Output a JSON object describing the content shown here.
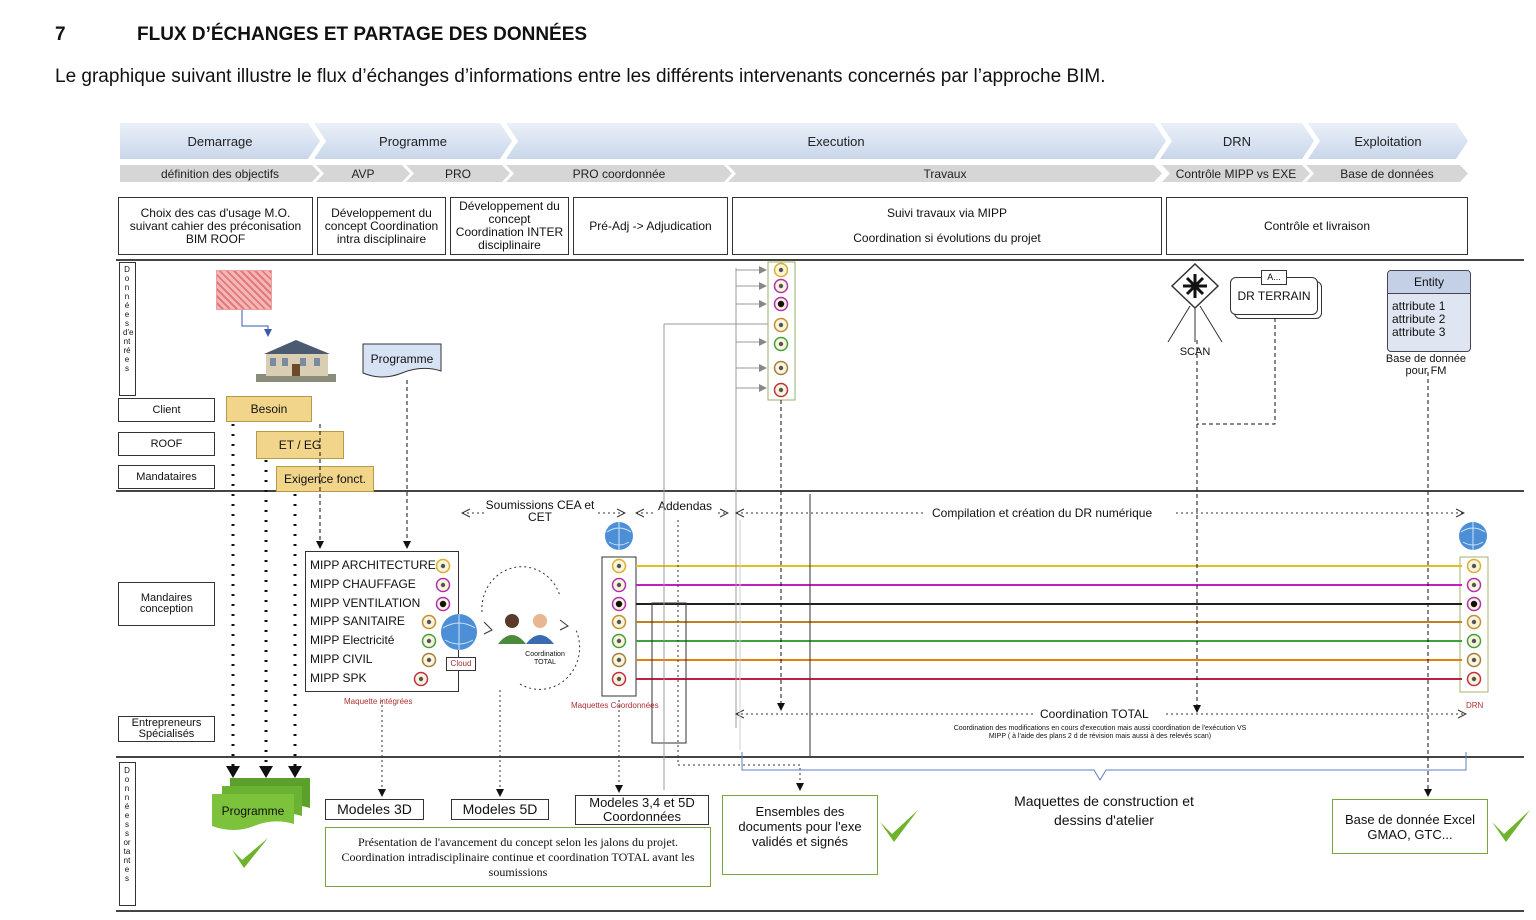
{
  "heading": {
    "number": "7",
    "title": "FLUX D’ÉCHANGES ET PARTAGE DES DONNÉES"
  },
  "intro": "Le graphique suivant illustre le flux d’échanges d’informations entre les différents intervenants concernés par l’approche BIM.",
  "phases": [
    "Demarrage",
    "Programme",
    "Execution",
    "DRN",
    "Exploitation"
  ],
  "subphases": [
    "définition des objectifs",
    "AVP",
    "PRO",
    "PRO coordonnée",
    "Travaux",
    "Contrôle MIPP vs EXE",
    "Base de données"
  ],
  "descriptions": {
    "d1": "Choix des cas d'usage M.O. suivant cahier des préconisation BIM ROOF",
    "d2": "Développement du concept Coordination intra disciplinaire",
    "d3": "Développement du concept Coordination INTER disciplinaire",
    "d4": "Pré-Adj -> Adjudication",
    "d5a": "Suivi travaux via MIPP",
    "d5b": "Coordination si évolutions du projet",
    "d6": "Contrôle et livraison"
  },
  "side_labels": {
    "inputs": "Données d'entrées",
    "outputs": "Données sortantes"
  },
  "roles": {
    "client": "Client",
    "roof": "ROOF",
    "mandataires": "Mandataires",
    "conception": "Mandaires conception",
    "entrepreneurs": "Entrepreneurs Spécialisés"
  },
  "tags": {
    "besoin": "Besoin",
    "et_eg": "ET / EG",
    "exigence": "Exigence fonct."
  },
  "inputs": {
    "programme": "Programme",
    "dr_terrain_small": "A...",
    "dr_terrain": "DR TERRAIN",
    "scan": "SCAN",
    "entity_title": "Entity",
    "entity_attrs": [
      "attribute 1",
      "attribute 2",
      "attribute 3"
    ],
    "entity_caption": "Base de donnée pour FM"
  },
  "mipp": [
    "MIPP ARCHITECTURE",
    "MIPP CHAUFFAGE",
    "MIPP VENTILATION",
    "MIPP SANITAIRE",
    "MIPP Electricité",
    "MIPP CIVIL",
    "MIPP SPK"
  ],
  "labels": {
    "cloud": "Cloud",
    "maquette_integrees": "Maquette intégrées",
    "coordination_total_small": "Coordination TOTAL",
    "maquettes_coordonnees": "Maquettes Coordonnées",
    "soumissions": "Soumissions CEA et CET",
    "addendas": "Addendas",
    "compilation": "Compilation et création du DR numérique",
    "coordination_total": "Coordination TOTAL",
    "coordination_note": "Coordination des modifications en cours d'execution mais aussi coordination de l'exécution VS MIPP ( à l'aide des plans 2 d de révision mais aussi à des relevés scan)",
    "drn": "DRN"
  },
  "outputs": {
    "programme": "Programme",
    "modeles3d": "Modeles 3D",
    "modeles5d": "Modeles 5D",
    "modeles345": "Modeles 3,4 et 5D Coordonnées",
    "presentation": "Présentation de l'avancement du concept selon les jalons du projet. Coordination intradisciplinaire continue et coordination TOTAL avant les soumissions",
    "ensembles": "Ensembles des documents pour l'exe validés et signés",
    "maquettes": "Maquettes de construction et dessins d'atelier",
    "base_excel": "Base de donnée Excel GMAO, GTC..."
  },
  "colors": {
    "lines": [
      "#e0c020",
      "#c020c0",
      "#202020",
      "#c08020",
      "#40a040",
      "#e08010",
      "#c02040"
    ],
    "icon_borders": [
      "#d8b030",
      "#b030b0",
      "#b030b0",
      "#c09030",
      "#40a040",
      "#a08040",
      "#c03040"
    ],
    "check": "#6db32b",
    "green_doc": "#7cc23a"
  }
}
